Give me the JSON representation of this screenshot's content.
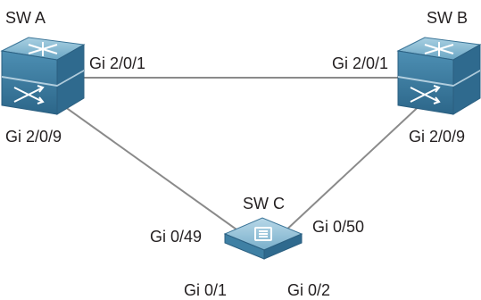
{
  "switches": {
    "sw_a": {
      "name": "SW A",
      "icon": "core-switch-icon"
    },
    "sw_b": {
      "name": "SW B",
      "icon": "core-switch-icon"
    },
    "sw_c": {
      "name": "SW C",
      "icon": "access-switch-icon"
    }
  },
  "ports": {
    "a_to_b": "Gi 2/0/1",
    "b_to_a": "Gi 2/0/1",
    "a_to_c": "Gi 2/0/9",
    "b_to_c": "Gi 2/0/9",
    "c_to_a": "Gi 0/49",
    "c_to_b": "Gi 0/50",
    "c_port_1": "Gi 0/1",
    "c_port_2": "Gi 0/2"
  },
  "colors": {
    "link": "#8a8a8a",
    "switch_top": "#7eb2cc",
    "switch_side": "#3e7fa3",
    "text": "#231f20"
  }
}
